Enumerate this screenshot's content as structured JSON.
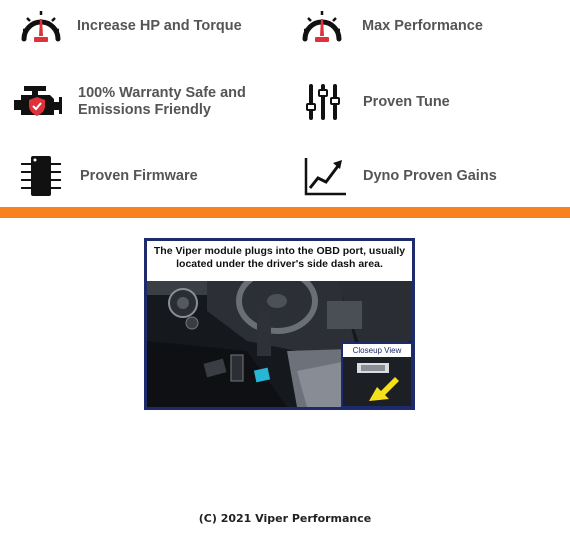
{
  "features": [
    {
      "label": "Increase HP and Torque",
      "icon": "speedometer-icon"
    },
    {
      "label": "Max Performance",
      "icon": "speedometer-icon"
    },
    {
      "label": "100% Warranty Safe and\nEmissions Friendly",
      "icon": "engine-shield-icon"
    },
    {
      "label": "Proven Tune",
      "icon": "sliders-icon"
    },
    {
      "label": "Proven Firmware",
      "icon": "chip-icon"
    },
    {
      "label": "Dyno Proven Gains",
      "icon": "growth-chart-icon"
    }
  ],
  "colors": {
    "accent_orange": "#f7821f",
    "icon_dark": "#111111",
    "icon_red": "#e0303a",
    "frame_blue": "#1d2a6b",
    "arrow_yellow": "#f5e11b"
  },
  "photo": {
    "caption": "The Viper module plugs into the OBD port, usually located under the driver's side dash area.",
    "closeup_label": "Closeup View"
  },
  "footer": "(C) 2021 Viper Performance"
}
